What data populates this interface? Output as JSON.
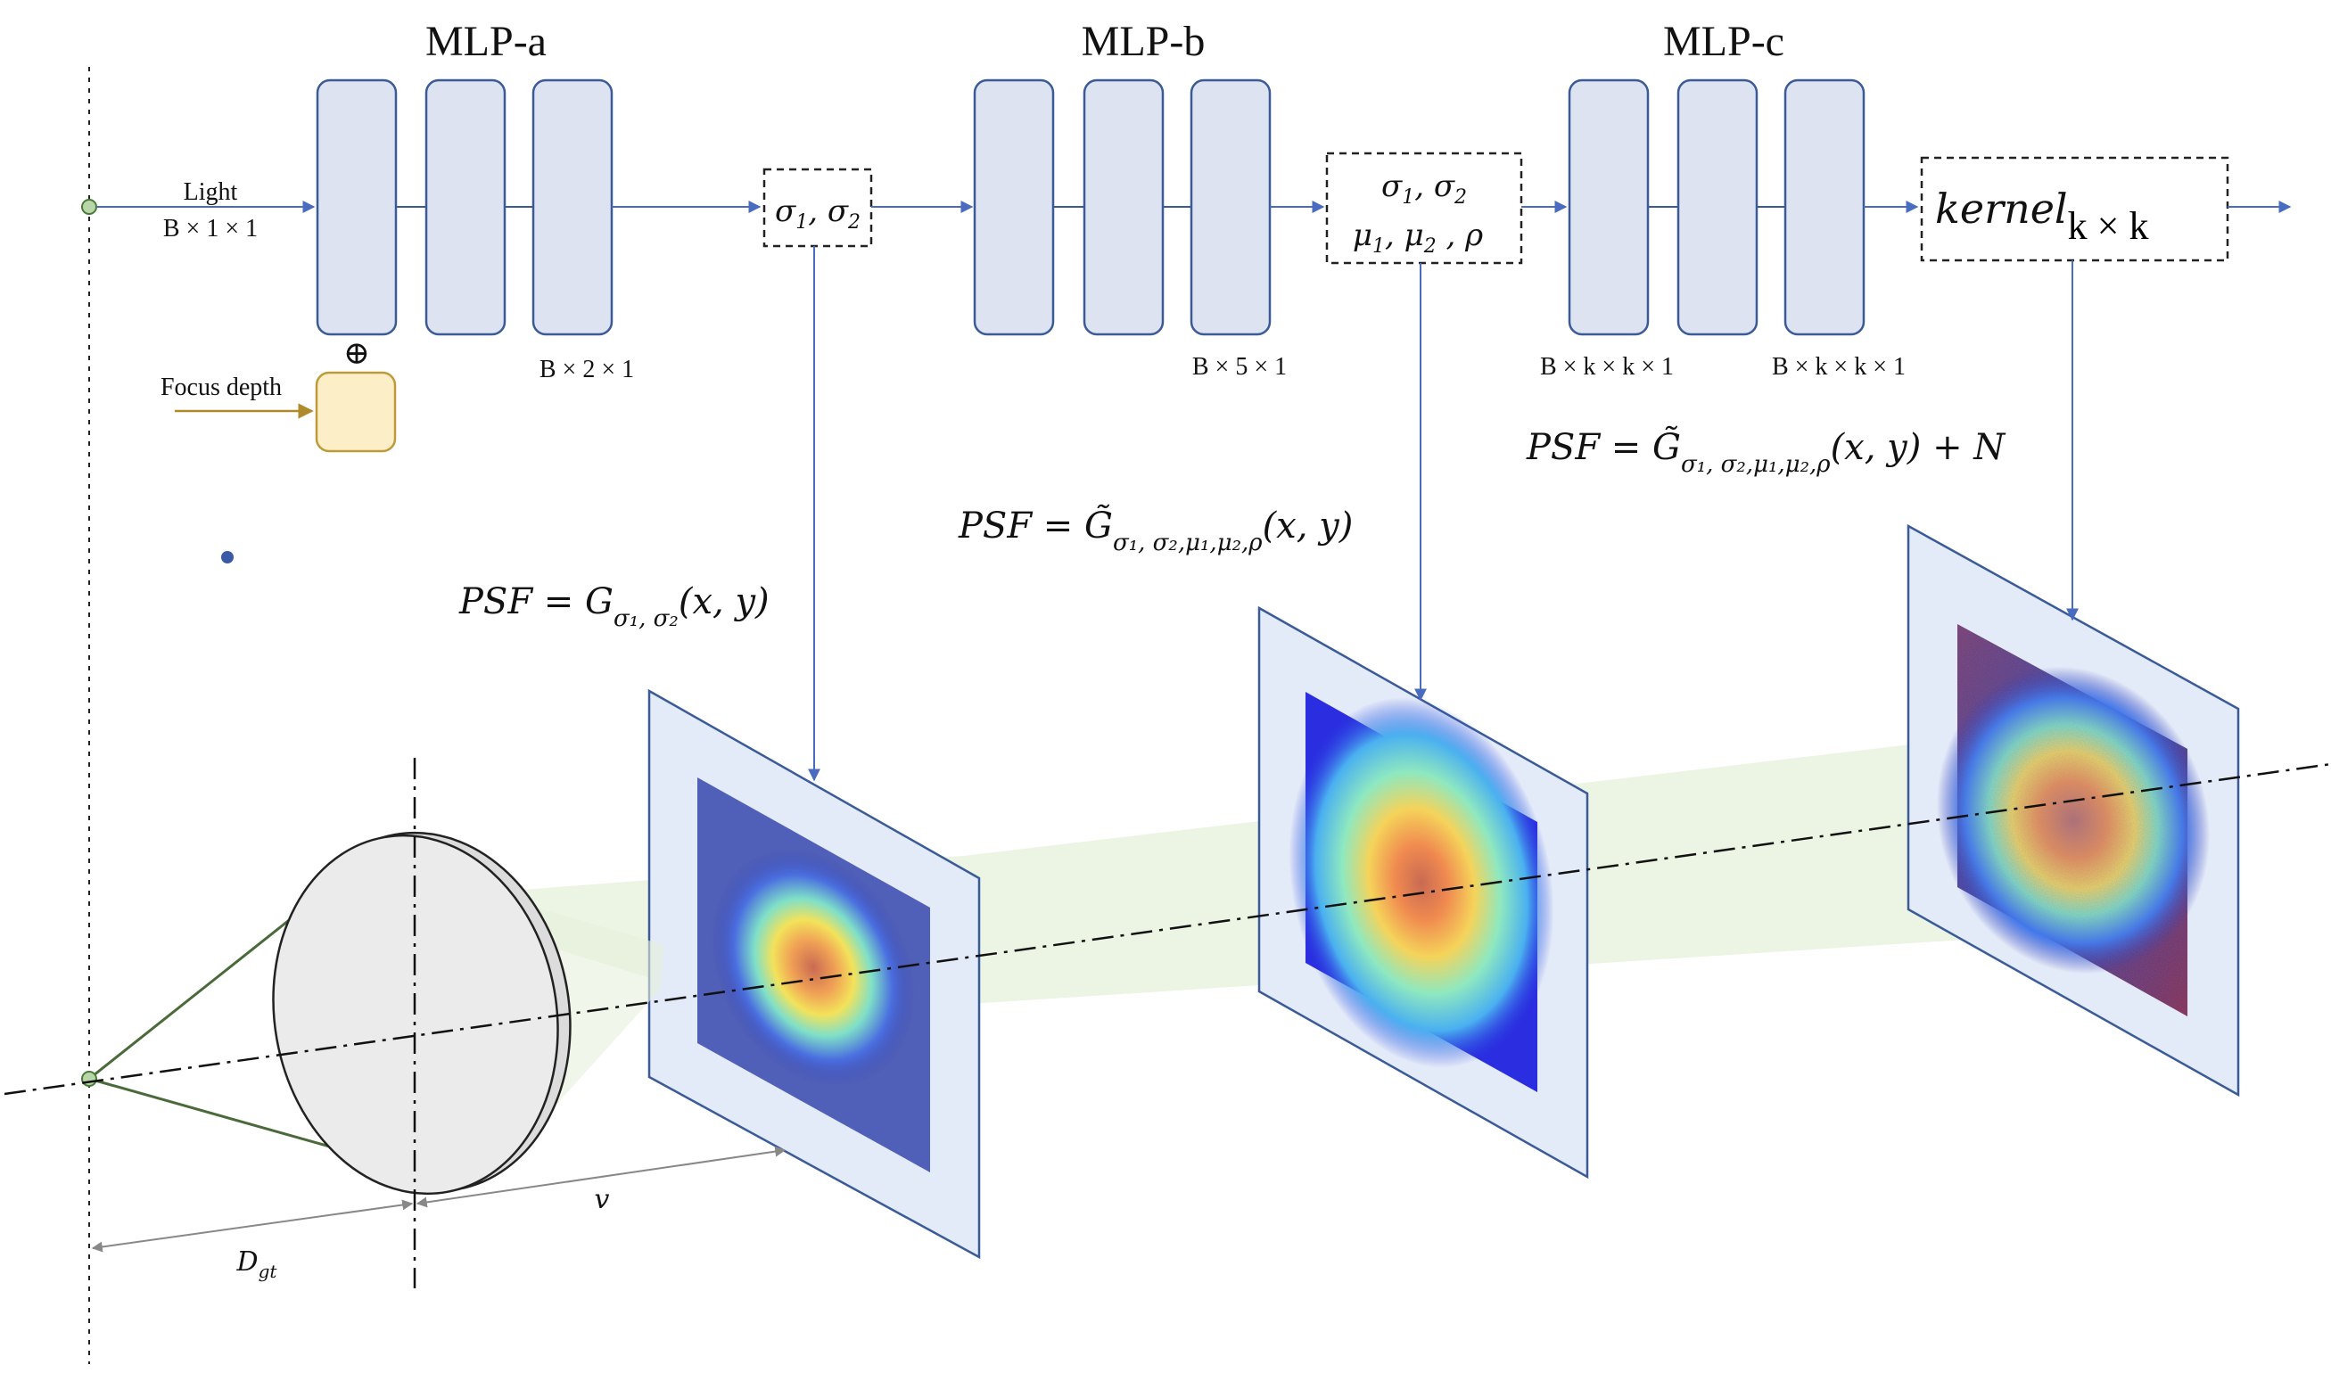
{
  "mlp_a": {
    "title": "MLP-a",
    "out_dim": "B × 2 × 1"
  },
  "mlp_b": {
    "title": "MLP-b",
    "out_dim": "B × 5 × 1"
  },
  "mlp_c": {
    "title": "MLP-c",
    "dim_1": "B × k × k × 1",
    "dim_2": "B × k × k × 1"
  },
  "input": {
    "light_label": "Light",
    "light_dim": "B × 1 × 1",
    "focus_label": "Focus depth",
    "concat_symbol": "⊕"
  },
  "out_a": {
    "sym1": "σ",
    "sub1": "1",
    "sym2": "σ",
    "sub2": "2"
  },
  "out_b": {
    "line1_sym1": "σ",
    "line1_sub1": "1",
    "line1_sym2": "σ",
    "line1_sub2": "2",
    "line2_sym1": "μ",
    "line2_sub1": "1",
    "line2_sym2": "μ",
    "line2_sub2": "2",
    "line2_rho": "ρ"
  },
  "out_c": {
    "kernel": "kernel",
    "size": "k × k"
  },
  "formula_a": {
    "lhs": "PSF = G",
    "sub": "σ₁, σ₂",
    "args": "(x, y)"
  },
  "formula_b": {
    "lhs": "PSF = G̃",
    "sub": "σ₁, σ₂,μ₁,μ₂,ρ",
    "args": "(x, y)"
  },
  "formula_c": {
    "lhs": "PSF = G̃",
    "sub": "σ₁, σ₂,μ₁,μ₂,ρ",
    "args": "(x, y) + N"
  },
  "labels": {
    "v": "v",
    "dgt_main": "D",
    "dgt_sub": "gt"
  },
  "colors": {
    "block_fill": "#dde3f0",
    "block_stroke": "#3a5a98",
    "focus_fill": "#fcefc8",
    "focus_stroke": "#c09a3a",
    "arrow": "#4a6cc0",
    "plane_fill": "#e3eaf8",
    "plane_stroke": "#3a5a98",
    "beam": "#e6f0da",
    "lens_fill": "#ecebec"
  }
}
